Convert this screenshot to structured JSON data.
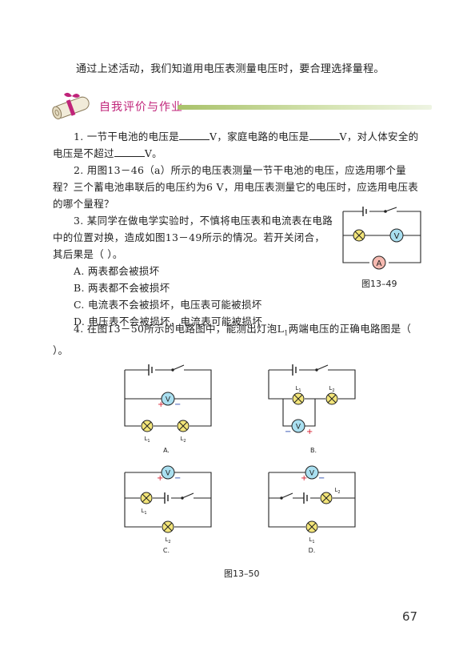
{
  "intro": "通过上述活动，我们知道用电压表测量电压时，要合理选择量程。",
  "section_title": "自我评价与作业",
  "q1": {
    "a": "1.  一节干电池的电压是",
    "b": "V，家庭电路的电压是",
    "c": "V，对人体安全的电压是不超过",
    "d": "V。"
  },
  "q2": "2.  用图13－46（a）所示的电压表测量一节干电池的电压，应选用哪个量程？三个蓄电池串联后的电压约为6 V，用电压表测量它的电压时，应选用电压表的哪个量程？",
  "q3": {
    "stem": "3.  某同学在做电学实验时，不慎将电压表和电流表在电路中的位置对换，造成如图13－49所示的情况。若开关闭合，其后果是（    ）。",
    "options": [
      "A. 两表都会被损坏",
      "B. 两表都不会被损坏",
      "C. 电流表不会被损坏，电压表可能被损坏",
      "D. 电压表不会被损坏，电流表可能被损坏"
    ]
  },
  "q4": {
    "stem_a": "4.  在图13－50所示的电路图中，能测出灯泡L",
    "sub": "1",
    "stem_b": "两端电压的正确电路图是（    ）。"
  },
  "fig49": {
    "caption": "图13–49",
    "voltmeter": "V",
    "ammeter": "A"
  },
  "fig50": {
    "caption": "图13–50",
    "A": {
      "label": "A.",
      "lamp_left": "L",
      "lamp_left_sub": "1",
      "lamp_right": "L",
      "lamp_right_sub": "2",
      "meter": "V",
      "plus": "+",
      "minus": "−"
    },
    "B": {
      "label": "B.",
      "lamp_left": "L",
      "lamp_left_sub": "1",
      "lamp_right": "L",
      "lamp_right_sub": "2",
      "meter": "V",
      "plus": "+",
      "minus": "−"
    },
    "C": {
      "label": "C.",
      "lamp_top": "L",
      "lamp_top_sub": "1",
      "lamp_bottom": "L",
      "lamp_bottom_sub": "2",
      "meter": "V",
      "plus": "+",
      "minus": "−"
    },
    "D": {
      "label": "D.",
      "lamp_top": "L",
      "lamp_top_sub": "2",
      "lamp_bottom": "L",
      "lamp_bottom_sub": "1",
      "meter": "V",
      "plus": "+",
      "minus": "−"
    }
  },
  "page_number": "67",
  "colors": {
    "accent": "#c0247a",
    "lamp": "#f3e57a",
    "meter": "#a9dff0",
    "ammeter": "#f5b9b0",
    "plus": "#d4182a",
    "minus": "#1a3fa8"
  }
}
